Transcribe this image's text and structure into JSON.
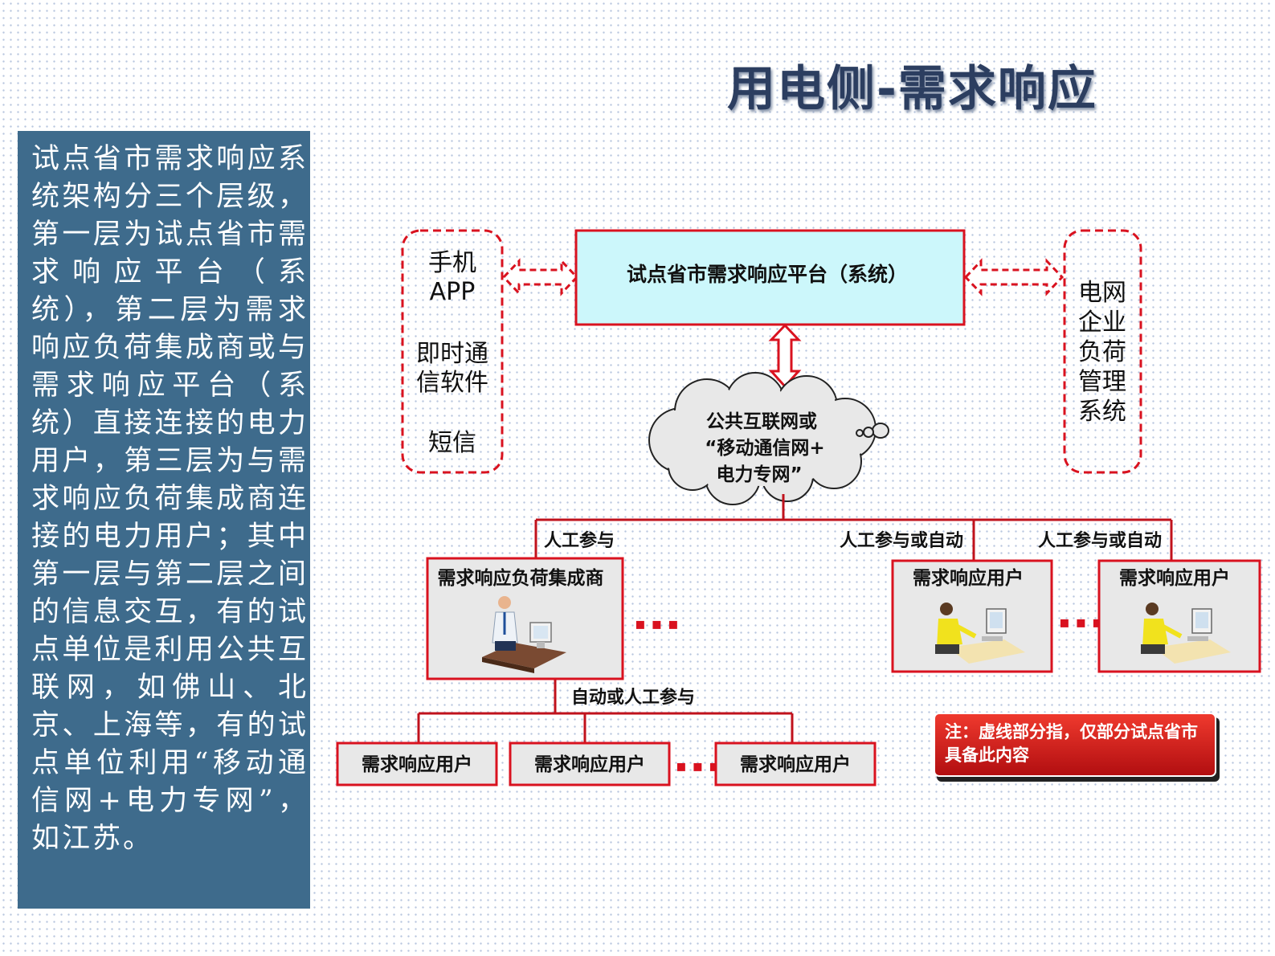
{
  "slide": {
    "title": "用电侧-需求响应",
    "description": "试点省市需求响应系统架构分三个层级，第一层为试点省市需求响应平台（系统），第二层为需求响应负荷集成商或与需求响应平台（系统）直接连接的电力用户，第三层为与需求响应负荷集成商连接的电力用户；其中第一层与第二层之间的信息交互，有的试点单位是利用公共互联网，如佛山、北京、上海等，有的试点单位利用“移动通信网+电力专网”，如江苏。"
  },
  "diagram": {
    "left_box": {
      "line1": "手机",
      "line2": "APP",
      "line3": "即时通",
      "line4": "信软件",
      "line5": "短信"
    },
    "platform": "试点省市需求响应平台（系统）",
    "right_box": {
      "line1": "电网",
      "line2": "企业",
      "line3": "负荷",
      "line4": "管理",
      "line5": "系统"
    },
    "cloud": {
      "line1": "公共互联网或",
      "line2": "“移动通信网+",
      "line3": "电力专网”"
    },
    "branch_labels": {
      "manual": "人工参与",
      "manual_or_auto_1": "人工参与或自动",
      "manual_or_auto_2": "人工参与或自动",
      "auto_or_manual": "自动或人工参与"
    },
    "aggregator": "需求响应负荷集成商",
    "tier2_user_1": "需求响应用户",
    "tier2_user_2": "需求响应用户",
    "tier3_users": [
      "需求响应用户",
      "需求响应用户",
      "需求响应用户"
    ],
    "ellipsis": "▪ ▪ ▪",
    "note": {
      "line1": "注：虚线部分指，仅部分试点省市",
      "line2": "具备此内容"
    }
  },
  "colors": {
    "panel_bg": "#3e6b8c",
    "border_red": "#d9121f",
    "platform_fill": "#ccf7fb",
    "box_fill": "#e8e8e8",
    "title_color": "#2c3e60"
  }
}
